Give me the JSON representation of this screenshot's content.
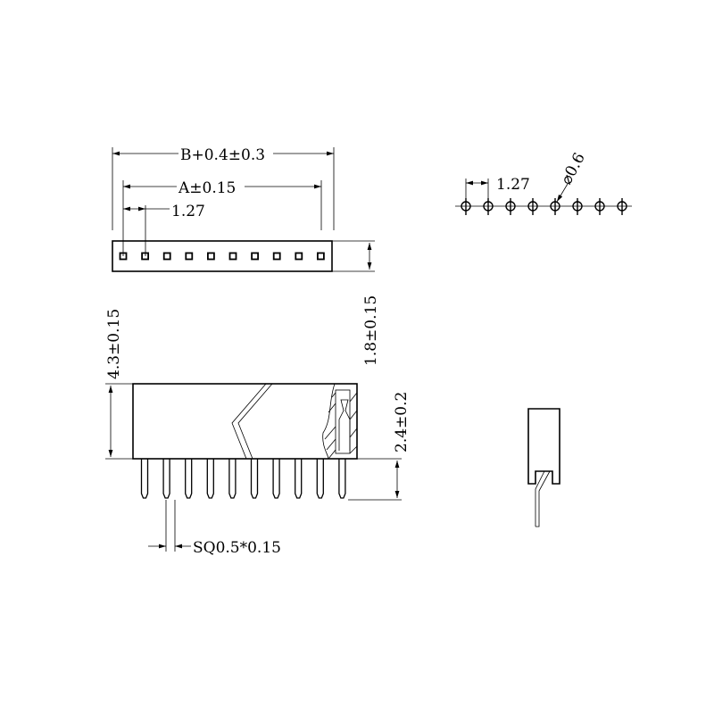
{
  "top_view": {
    "overall_length": "B+0.4±0.3",
    "pin_span": "A±0.15",
    "pitch": "1.27",
    "pin_count": 10
  },
  "side_dims": {
    "height_top": "1.8±0.15",
    "body_height": "4.3±0.15",
    "pin_length": "2.4±0.2",
    "pin_size": "SQ0.5*0.15"
  },
  "footprint": {
    "pitch": "1.27",
    "hole_diameter": "⌀0.6",
    "hole_count": 8
  }
}
